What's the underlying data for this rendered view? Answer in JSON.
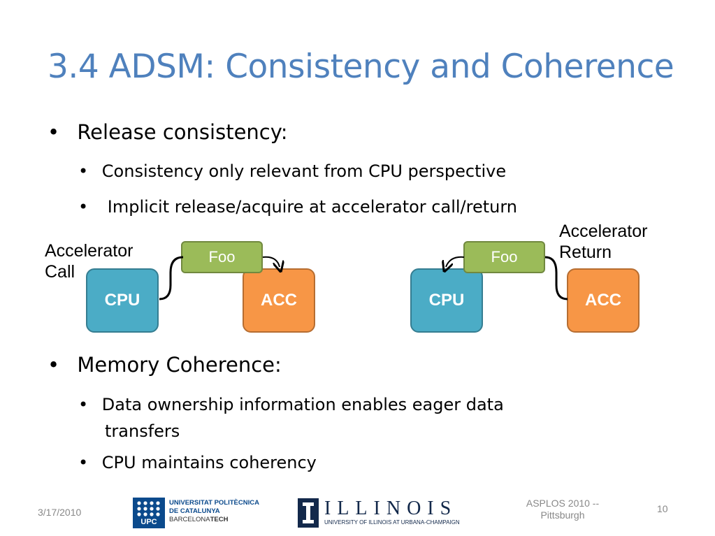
{
  "title": "3.4 ADSM: Consistency and Coherence",
  "bullets": {
    "release": "Release consistency:",
    "release_sub1": "Consistency only relevant from CPU perspective",
    "release_sub2": "Implicit release/acquire at accelerator call/return",
    "coherence": "Memory Coherence:",
    "coherence_sub1_line1": "Data ownership information enables eager data",
    "coherence_sub1_line2": "transfers",
    "coherence_sub2": "CPU maintains coherency"
  },
  "diagram_left": {
    "label_line1": "Accelerator",
    "label_line2": "Call",
    "cpu": "CPU",
    "acc": "ACC",
    "foo": "Foo"
  },
  "diagram_right": {
    "label_line1": "Accelerator",
    "label_line2": "Return",
    "cpu": "CPU",
    "acc": "ACC",
    "foo": "Foo"
  },
  "footer": {
    "date": "3/17/2010",
    "upc_line1": "UNIVERSITAT POLITÈCNICA",
    "upc_line2": "DE CATALUNYA",
    "upc_line3a": "BARCELONA",
    "upc_line3b": "TECH",
    "upc_mark": "UPC",
    "illinois_word": "ILLINOIS",
    "illinois_sub": "UNIVERSITY OF ILLINOIS AT URBANA-CHAMPAIGN",
    "conf_line1": "ASPLOS 2010 --",
    "conf_line2": "Pittsburgh",
    "page": "10"
  },
  "colors": {
    "title": "#4f81bd",
    "cpu": "#4bacc6",
    "acc": "#f79646",
    "foo": "#9bbb59",
    "upc_blue": "#0b4a8c",
    "illinois_blue": "#13294b"
  }
}
